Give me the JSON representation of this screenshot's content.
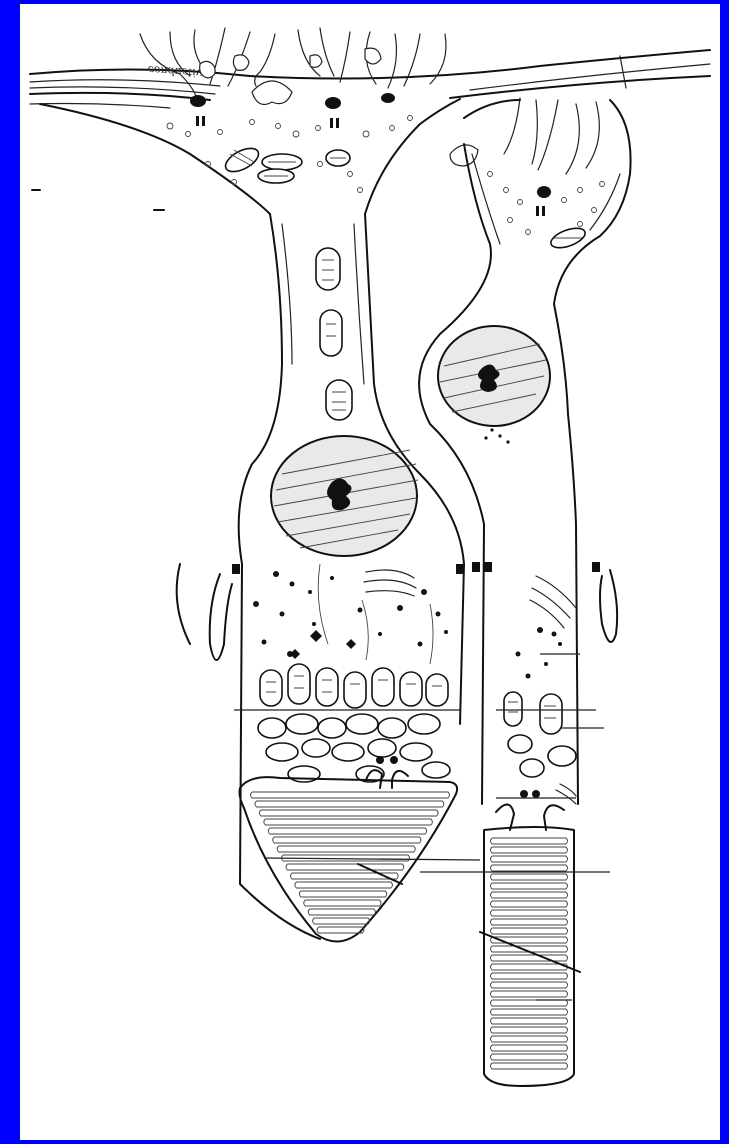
{
  "figure": {
    "frame_color": "#0000ff",
    "background": "#ffffff",
    "ink_color": "#111111",
    "mirrored_label": "conductive"
  },
  "cells": [
    {
      "name": "rod-cell",
      "parts": [
        "synaptic-terminal",
        "axon",
        "nucleus",
        "inner-segment-mitochondria",
        "cilium",
        "outer-segment-discs"
      ]
    },
    {
      "name": "cone-cell",
      "parts": [
        "synaptic-terminal",
        "axon",
        "nucleus",
        "inner-segment-mitochondria",
        "cilium",
        "outer-segment-discs"
      ]
    }
  ]
}
